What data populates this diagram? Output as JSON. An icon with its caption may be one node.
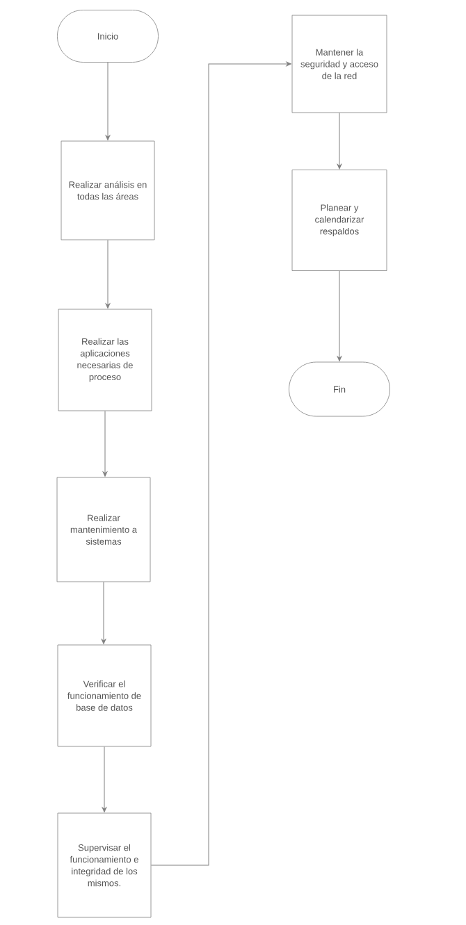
{
  "diagram": {
    "nodes": [
      {
        "text": [
          "Inicio"
        ]
      },
      {
        "text": [
          "Realizar análisis en todas las áreas"
        ]
      },
      {
        "text": [
          "Realizar las aplicaciones necesarias de proceso"
        ]
      },
      {
        "text": [
          "Realizar mantenimiento a sistemas"
        ]
      },
      {
        "text": [
          "Verificar el funcionamiento de base de datos"
        ]
      },
      {
        "text": [
          "Supervisar el funcionamiento e integridad de los mismos."
        ]
      },
      {
        "text": [
          "Mantener la seguridad y acceso de la red"
        ]
      },
      {
        "text": [
          "Planear y calendarizar respaldos"
        ]
      },
      {
        "text": [
          "Fin"
        ]
      }
    ],
    "edges": [
      {
        "from": 0,
        "to": 1,
        "arrow": "to"
      },
      {
        "from": 1,
        "to": 2,
        "arrow": "to"
      },
      {
        "from": 2,
        "to": 3,
        "arrow": "to"
      },
      {
        "from": 3,
        "to": 4,
        "arrow": "to"
      },
      {
        "from": 4,
        "to": 5,
        "arrow": "to"
      },
      {
        "from": 5,
        "to": 6,
        "arrow": "to"
      },
      {
        "from": 6,
        "to": 7,
        "arrow": "to"
      },
      {
        "from": 7,
        "to": 8,
        "arrow": "to"
      }
    ]
  }
}
